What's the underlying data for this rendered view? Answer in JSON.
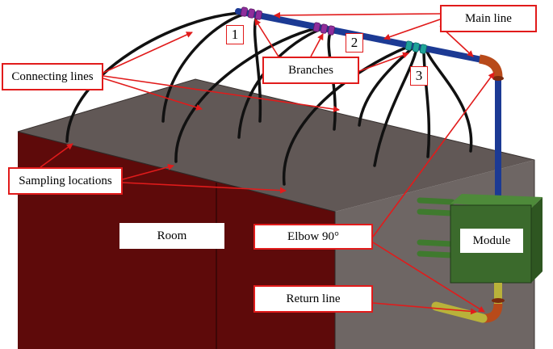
{
  "labels": {
    "main_line": "Main line",
    "branches": "Branches",
    "connecting_lines": "Connecting lines",
    "sampling_locations": "Sampling locations",
    "room": "Room",
    "elbow": "Elbow 90°",
    "module": "Module",
    "return_line": "Return line",
    "branch_1": "1",
    "branch_2": "2",
    "branch_3": "3"
  },
  "colors": {
    "annotation": "#e11b1b",
    "room_front": "#5e0a0a",
    "room_top": "#615856",
    "room_side": "#6e6664",
    "main_line": "#1c3a94",
    "elbow": "#b84a1a",
    "module": "#3b6a2c",
    "return_line": "#b9b23a",
    "branch_1": "#8f2d9c",
    "branch_2": "#8f2d9c",
    "branch_3": "#1fa39a"
  }
}
